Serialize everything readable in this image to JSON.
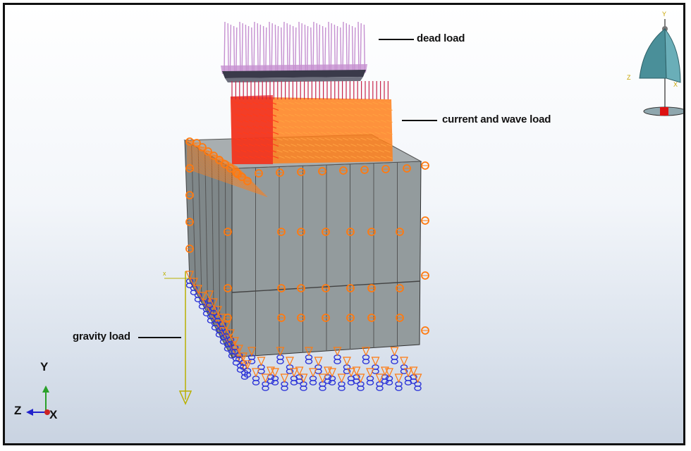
{
  "viewport": {
    "labels": {
      "dead_load": "dead load",
      "current_wave_load": "current and wave load",
      "gravity_load": "gravity load"
    },
    "axis_triad": {
      "y": "Y",
      "z": "Z",
      "x": "X"
    },
    "view_cube": {
      "y": "Y",
      "z": "Z",
      "x": "X"
    }
  },
  "colors": {
    "dead_load_arrows": "#c58fd0",
    "current_wave_arrows": "#ff7f1a",
    "current_wave_red": "#ee2222",
    "hull_panels": "#8f9799",
    "support_springs": "#2d35d8",
    "gravity_vector": "#b9b000",
    "background_top": "#ffffff",
    "background_bottom": "#c9d3e1"
  },
  "icons": [
    "axis-triad-icon",
    "view-cube-icon"
  ]
}
